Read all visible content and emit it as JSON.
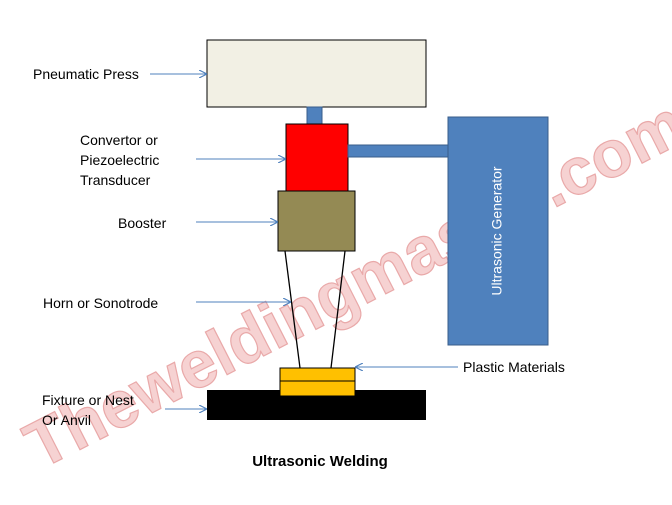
{
  "labels": {
    "pneumatic_press": "Pneumatic Press",
    "convertor_line1": "Convertor or",
    "convertor_line2": "Piezoelectric",
    "convertor_line3": "Transducer",
    "booster": "Booster",
    "horn": "Horn or Sonotrode",
    "plastic": "Plastic Materials",
    "fixture_line1": "Fixture or Nest",
    "fixture_line2": "Or Anvil",
    "generator": "Ultrasonic Generator"
  },
  "caption": "Ultrasonic Welding",
  "watermark": "Theweldingmaster.com",
  "colors": {
    "press": "#f2f0e4",
    "connector": "#4f81bd",
    "transducer": "#ff0000",
    "booster": "#948a54",
    "generator": "#4f81bd",
    "plastic": "#ffc000",
    "anvil": "#000000",
    "arrow": "#4f81bd"
  }
}
